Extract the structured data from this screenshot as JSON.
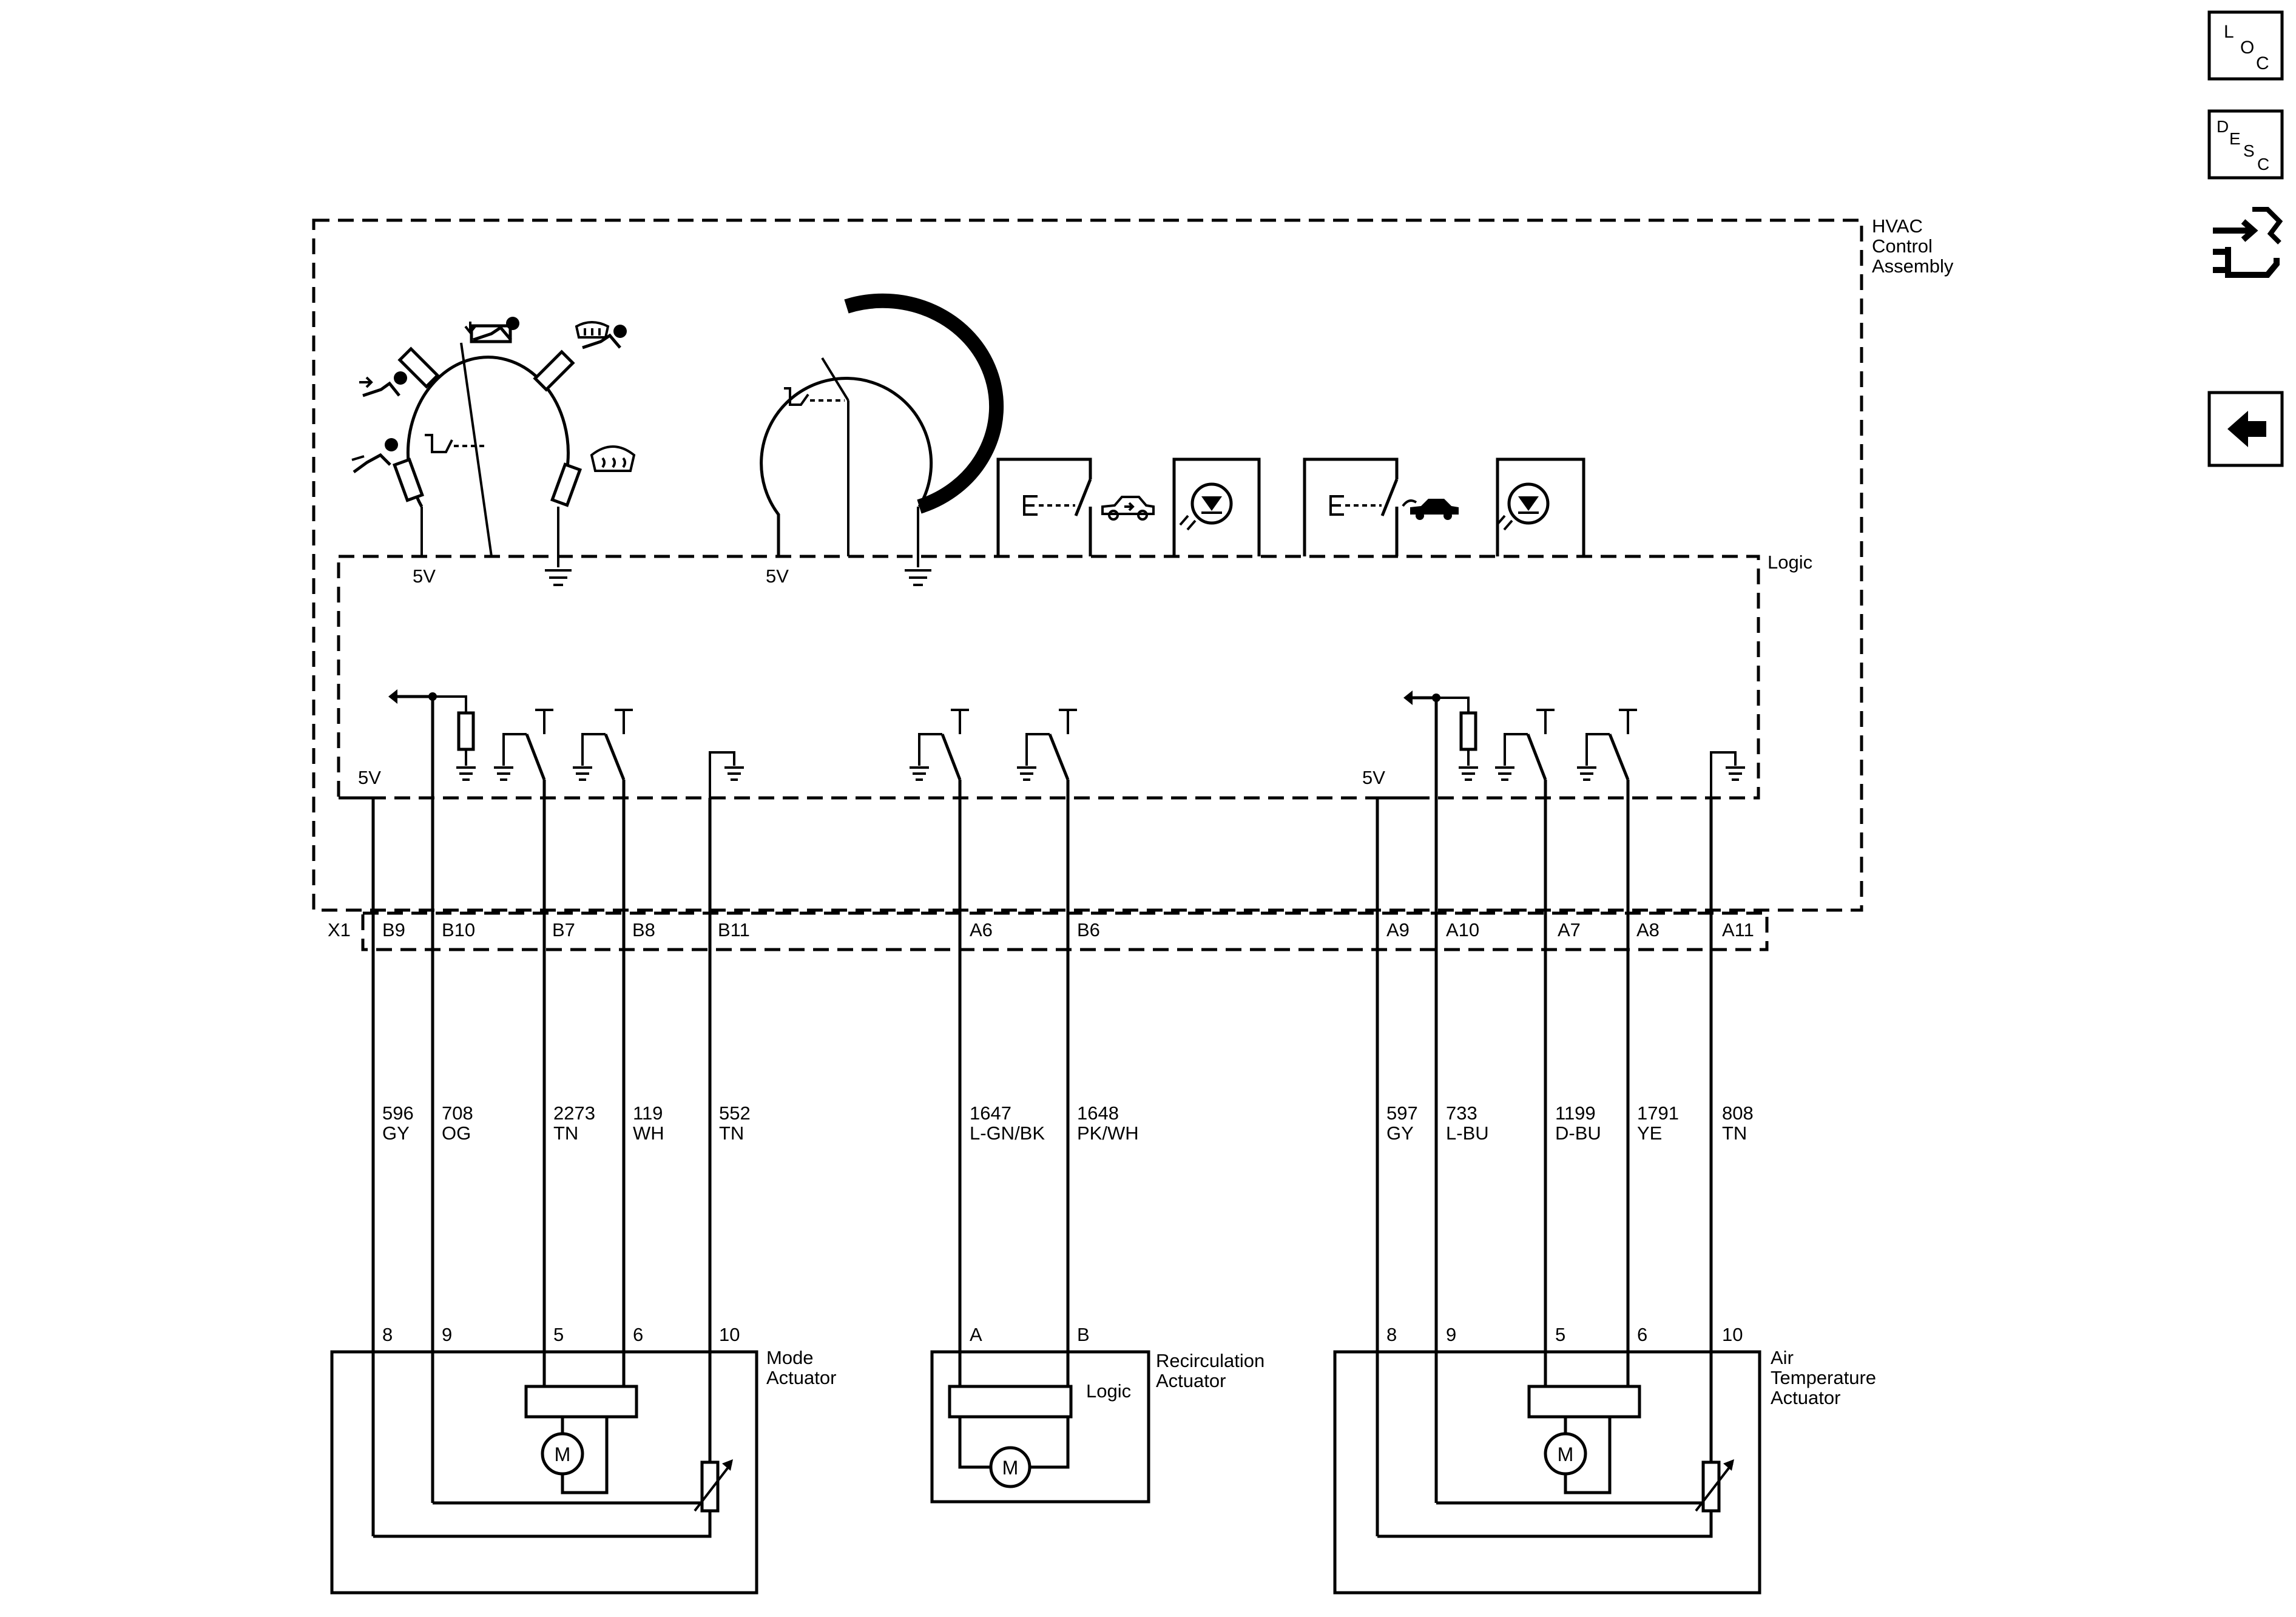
{
  "assembly": {
    "name_lines": [
      "HVAC",
      "Control",
      "Assembly"
    ],
    "logic_label": "Logic",
    "supply_label": "5V"
  },
  "connector": {
    "name": "X1",
    "pins": [
      "B9",
      "B10",
      "B7",
      "B8",
      "B11",
      "A6",
      "B6",
      "A9",
      "A10",
      "A7",
      "A8",
      "A11"
    ]
  },
  "wires": [
    {
      "circuit": "596",
      "color": "GY"
    },
    {
      "circuit": "708",
      "color": "OG"
    },
    {
      "circuit": "2273",
      "color": "TN"
    },
    {
      "circuit": "119",
      "color": "WH"
    },
    {
      "circuit": "552",
      "color": "TN"
    },
    {
      "circuit": "1647",
      "color": "L-GN/BK"
    },
    {
      "circuit": "1648",
      "color": "PK/WH"
    },
    {
      "circuit": "597",
      "color": "GY"
    },
    {
      "circuit": "733",
      "color": "L-BU"
    },
    {
      "circuit": "1199",
      "color": "D-BU"
    },
    {
      "circuit": "1791",
      "color": "YE"
    },
    {
      "circuit": "808",
      "color": "TN"
    }
  ],
  "components": {
    "mode": {
      "name_lines": [
        "Mode",
        "Actuator"
      ],
      "pins": [
        "8",
        "9",
        "5",
        "6",
        "10"
      ]
    },
    "recirc": {
      "name_lines": [
        "Recirculation",
        "Actuator"
      ],
      "pins": [
        "A",
        "B"
      ],
      "logic_label": "Logic"
    },
    "airtemp": {
      "name_lines": [
        "Air",
        "Temperature",
        "Actuator"
      ],
      "pins": [
        "8",
        "9",
        "5",
        "6",
        "10"
      ]
    }
  },
  "motor_symbol": "M",
  "side_buttons": {
    "loc": {
      "letters": [
        "L",
        "O",
        "C"
      ]
    },
    "desc": {
      "letters": [
        "D",
        "E",
        "S",
        "C"
      ]
    },
    "connector_icon": "connector-end-view-icon",
    "back_icon": "back-arrow-icon"
  }
}
